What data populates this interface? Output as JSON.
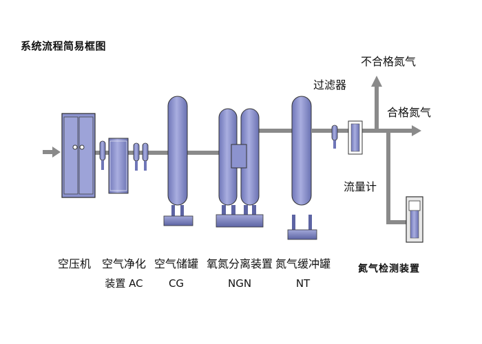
{
  "title": "系统流程简易框图",
  "outputs": {
    "unqualified": "不合格氮气",
    "qualified": "合格氮气"
  },
  "labels": {
    "filter": "过滤器",
    "flowmeter": "流量计",
    "detector": "氮气检测装置"
  },
  "equipment": [
    {
      "line1": "空压机",
      "line2": ""
    },
    {
      "line1": "空气净化",
      "line2": "装置 AC"
    },
    {
      "line1": "空气储罐",
      "line2": "CG"
    },
    {
      "line1": "氧氮分离装置",
      "line2": "NGN"
    },
    {
      "line1": "氮气缓冲罐",
      "line2": "NT"
    }
  ],
  "colors": {
    "pipe": "#8a8a8a",
    "vessel": "#8c93cf",
    "vessel_dark": "#5a6199",
    "outline": "#2a2a2a"
  }
}
